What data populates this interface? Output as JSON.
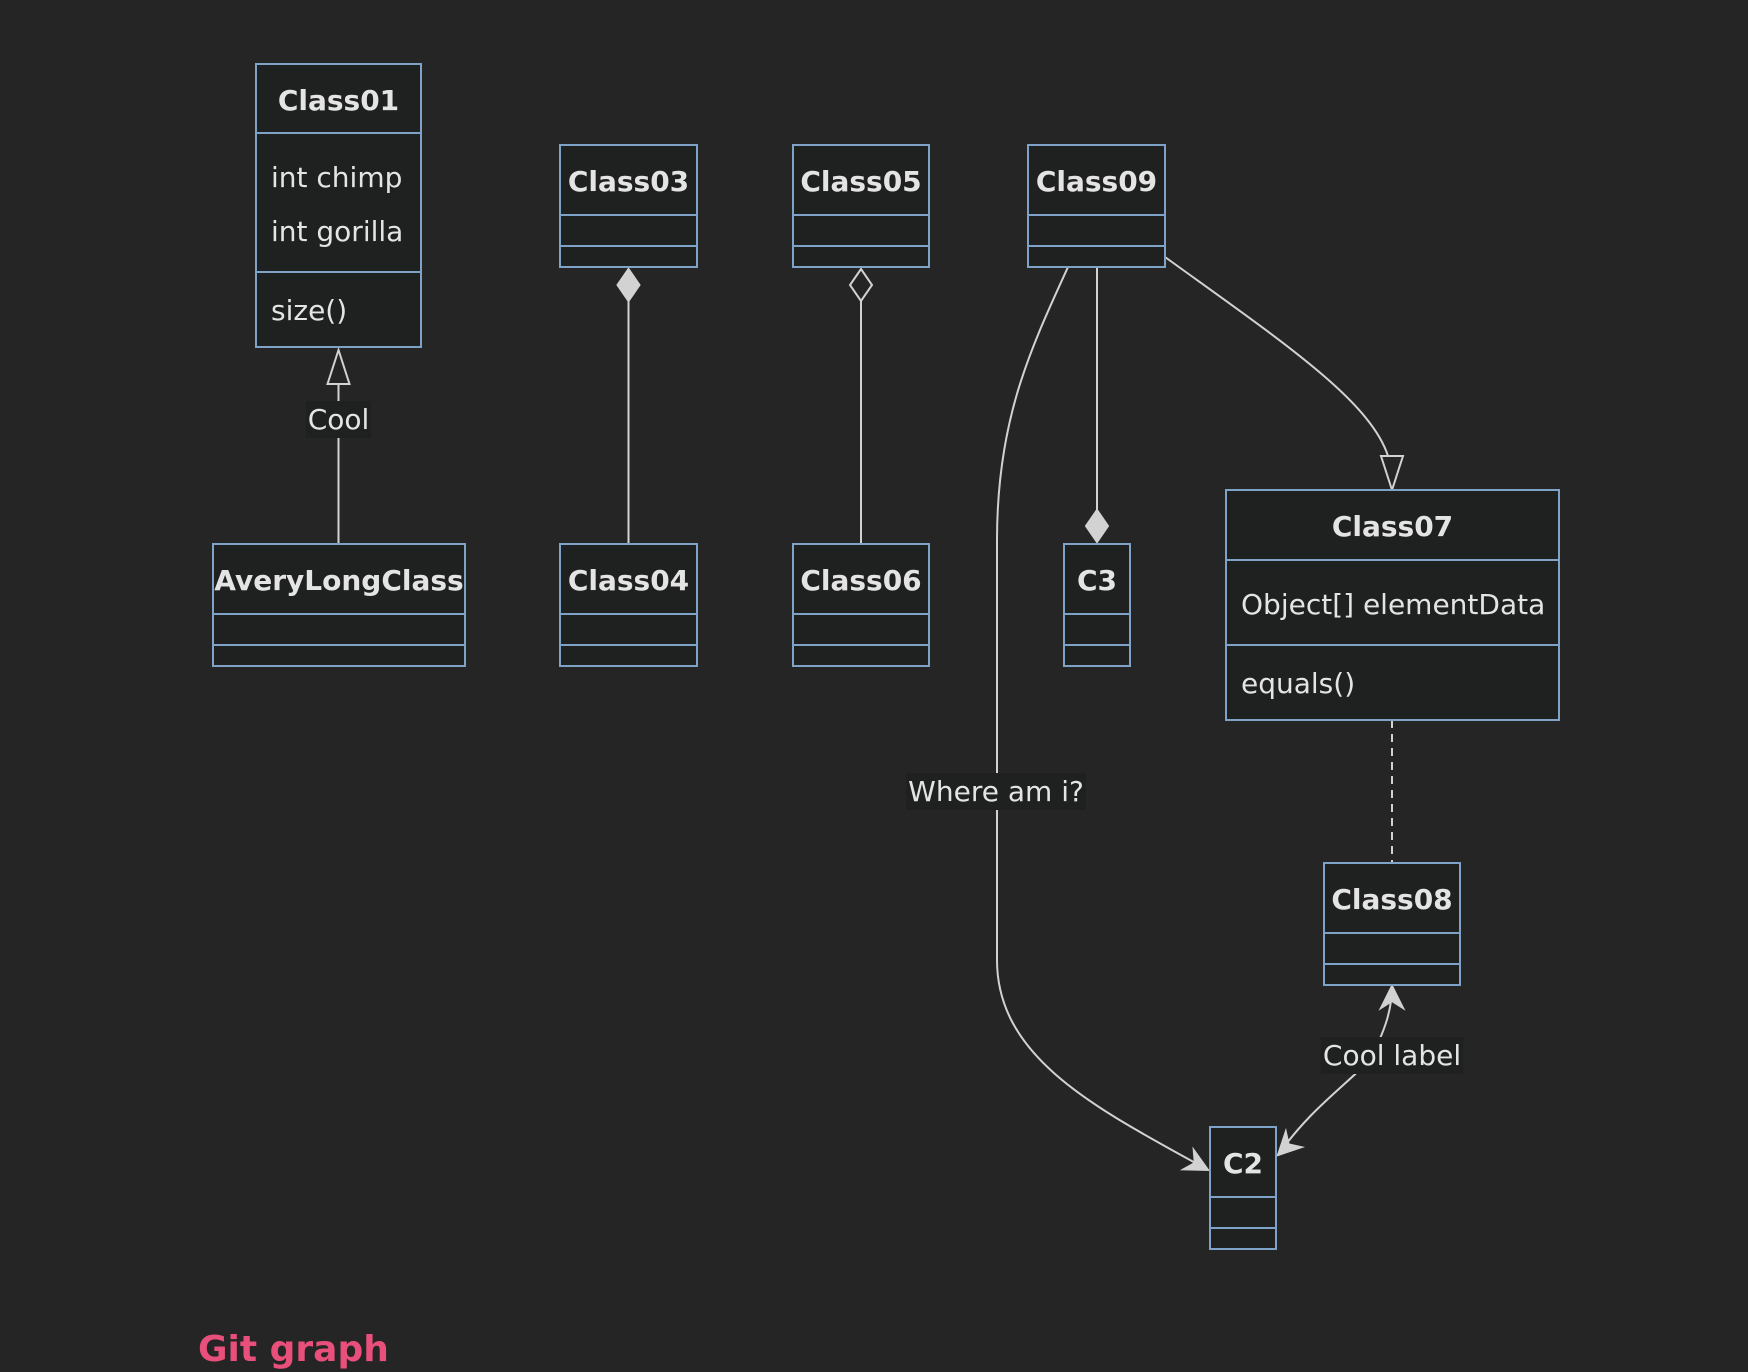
{
  "diagram": {
    "type": "class-diagram",
    "classes": [
      {
        "id": "Class01",
        "name": "Class01",
        "attributes": [
          "int chimp",
          "int gorilla"
        ],
        "methods": [
          "size()"
        ]
      },
      {
        "id": "AveryLongClass",
        "name": "AveryLongClass",
        "attributes": [],
        "methods": []
      },
      {
        "id": "Class03",
        "name": "Class03",
        "attributes": [],
        "methods": []
      },
      {
        "id": "Class04",
        "name": "Class04",
        "attributes": [],
        "methods": []
      },
      {
        "id": "Class05",
        "name": "Class05",
        "attributes": [],
        "methods": []
      },
      {
        "id": "Class06",
        "name": "Class06",
        "attributes": [],
        "methods": []
      },
      {
        "id": "Class09",
        "name": "Class09",
        "attributes": [],
        "methods": []
      },
      {
        "id": "C3",
        "name": "C3",
        "attributes": [],
        "methods": []
      },
      {
        "id": "Class07",
        "name": "Class07",
        "attributes": [
          "Object[] elementData"
        ],
        "methods": [
          "equals()"
        ]
      },
      {
        "id": "Class08",
        "name": "Class08",
        "attributes": [],
        "methods": []
      },
      {
        "id": "C2",
        "name": "C2",
        "attributes": [],
        "methods": []
      }
    ],
    "relations": [
      {
        "from": "AveryLongClass",
        "to": "Class01",
        "type": "inheritance",
        "label": "Cool"
      },
      {
        "from": "Class03",
        "to": "Class04",
        "type": "composition",
        "label": ""
      },
      {
        "from": "Class05",
        "to": "Class06",
        "type": "aggregation",
        "label": ""
      },
      {
        "from": "Class09",
        "to": "C2",
        "type": "association",
        "label": "Where am i?"
      },
      {
        "from": "Class09",
        "to": "C3",
        "type": "composition",
        "label": ""
      },
      {
        "from": "Class09",
        "to": "Class07",
        "type": "inheritance",
        "label": ""
      },
      {
        "from": "Class07",
        "to": "Class08",
        "type": "link-dashed",
        "label": ""
      },
      {
        "from": "Class08",
        "to": "C2",
        "type": "bidirectional",
        "label": "Cool label"
      }
    ]
  },
  "next_section": {
    "heading": "Git graph"
  }
}
